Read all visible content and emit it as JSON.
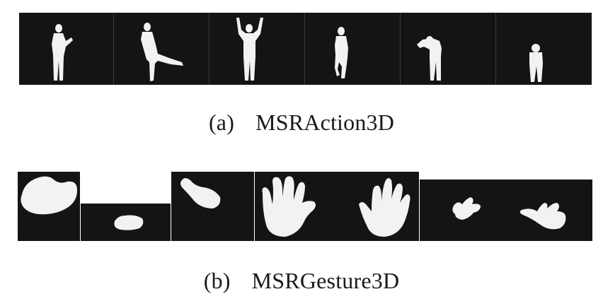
{
  "colors": {
    "background": "#ffffff",
    "frame": "#141414",
    "silhouette": "#f2f2f2"
  },
  "panel_a": {
    "caption_tag": "(a)",
    "caption_name": "MSRAction3D",
    "frames": [
      "human-silhouette-icon",
      "human-silhouette-icon",
      "human-silhouette-icon",
      "human-silhouette-icon",
      "human-silhouette-icon",
      "human-silhouette-icon"
    ]
  },
  "panel_b": {
    "caption_tag": "(b)",
    "caption_name": "MSRGesture3D",
    "frames": [
      "hand-silhouette-icon",
      "hand-silhouette-icon",
      "hand-silhouette-icon",
      "hand-silhouette-icon",
      "hand-silhouette-icon",
      "hand-silhouette-icon",
      "hand-silhouette-icon"
    ]
  }
}
